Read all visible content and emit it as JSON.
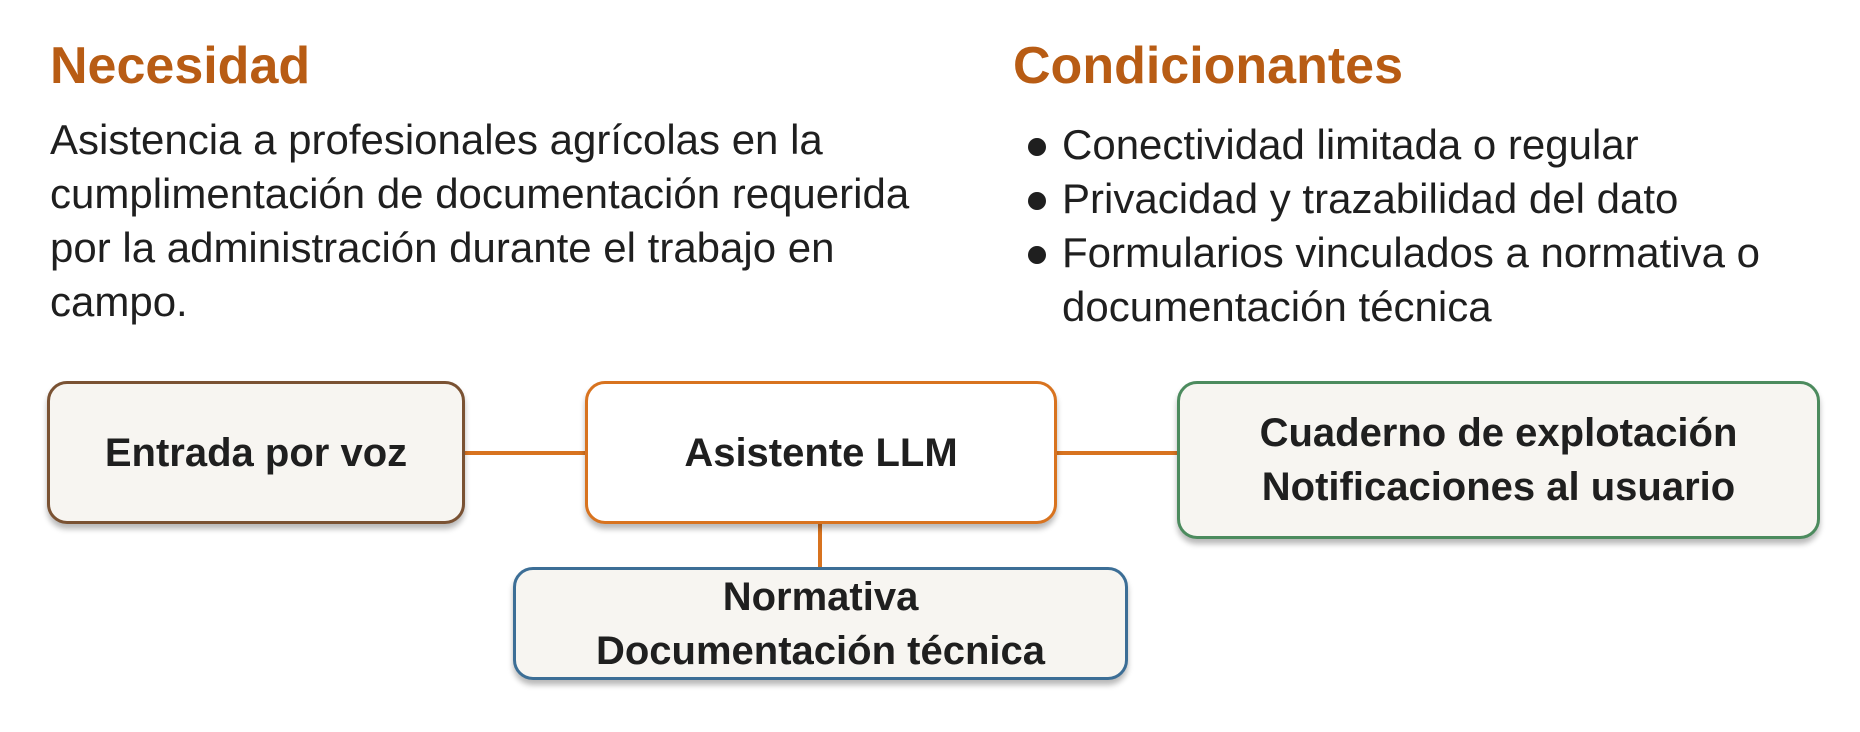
{
  "need": {
    "title": "Necesidad",
    "text": "Asistencia a profesionales agrícolas en la cumplimentación de documentación requerida por la administración durante el trabajo en campo."
  },
  "constraints": {
    "title": "Condicionantes",
    "items": [
      "Conectividad limitada o regular",
      "Privacidad y trazabilidad del dato",
      "Formularios vinculados a normativa o documentación técnica"
    ]
  },
  "diagram": {
    "input_node": {
      "label": "Entrada por voz"
    },
    "center_node": {
      "label": "Asistente LLM"
    },
    "output_node": {
      "lines": [
        "Cuaderno de explotación",
        "Notificaciones al usuario"
      ]
    },
    "knowledge_node": {
      "lines": [
        "Normativa",
        "Documentación técnica"
      ]
    }
  },
  "colors": {
    "heading": "#b85c14",
    "connector": "#d8731f",
    "input_border": "#7a5233",
    "center_border": "#d8731f",
    "output_border": "#4c8b5e",
    "knowledge_border": "#3c6e96",
    "node_fill": "#f7f5f1"
  }
}
